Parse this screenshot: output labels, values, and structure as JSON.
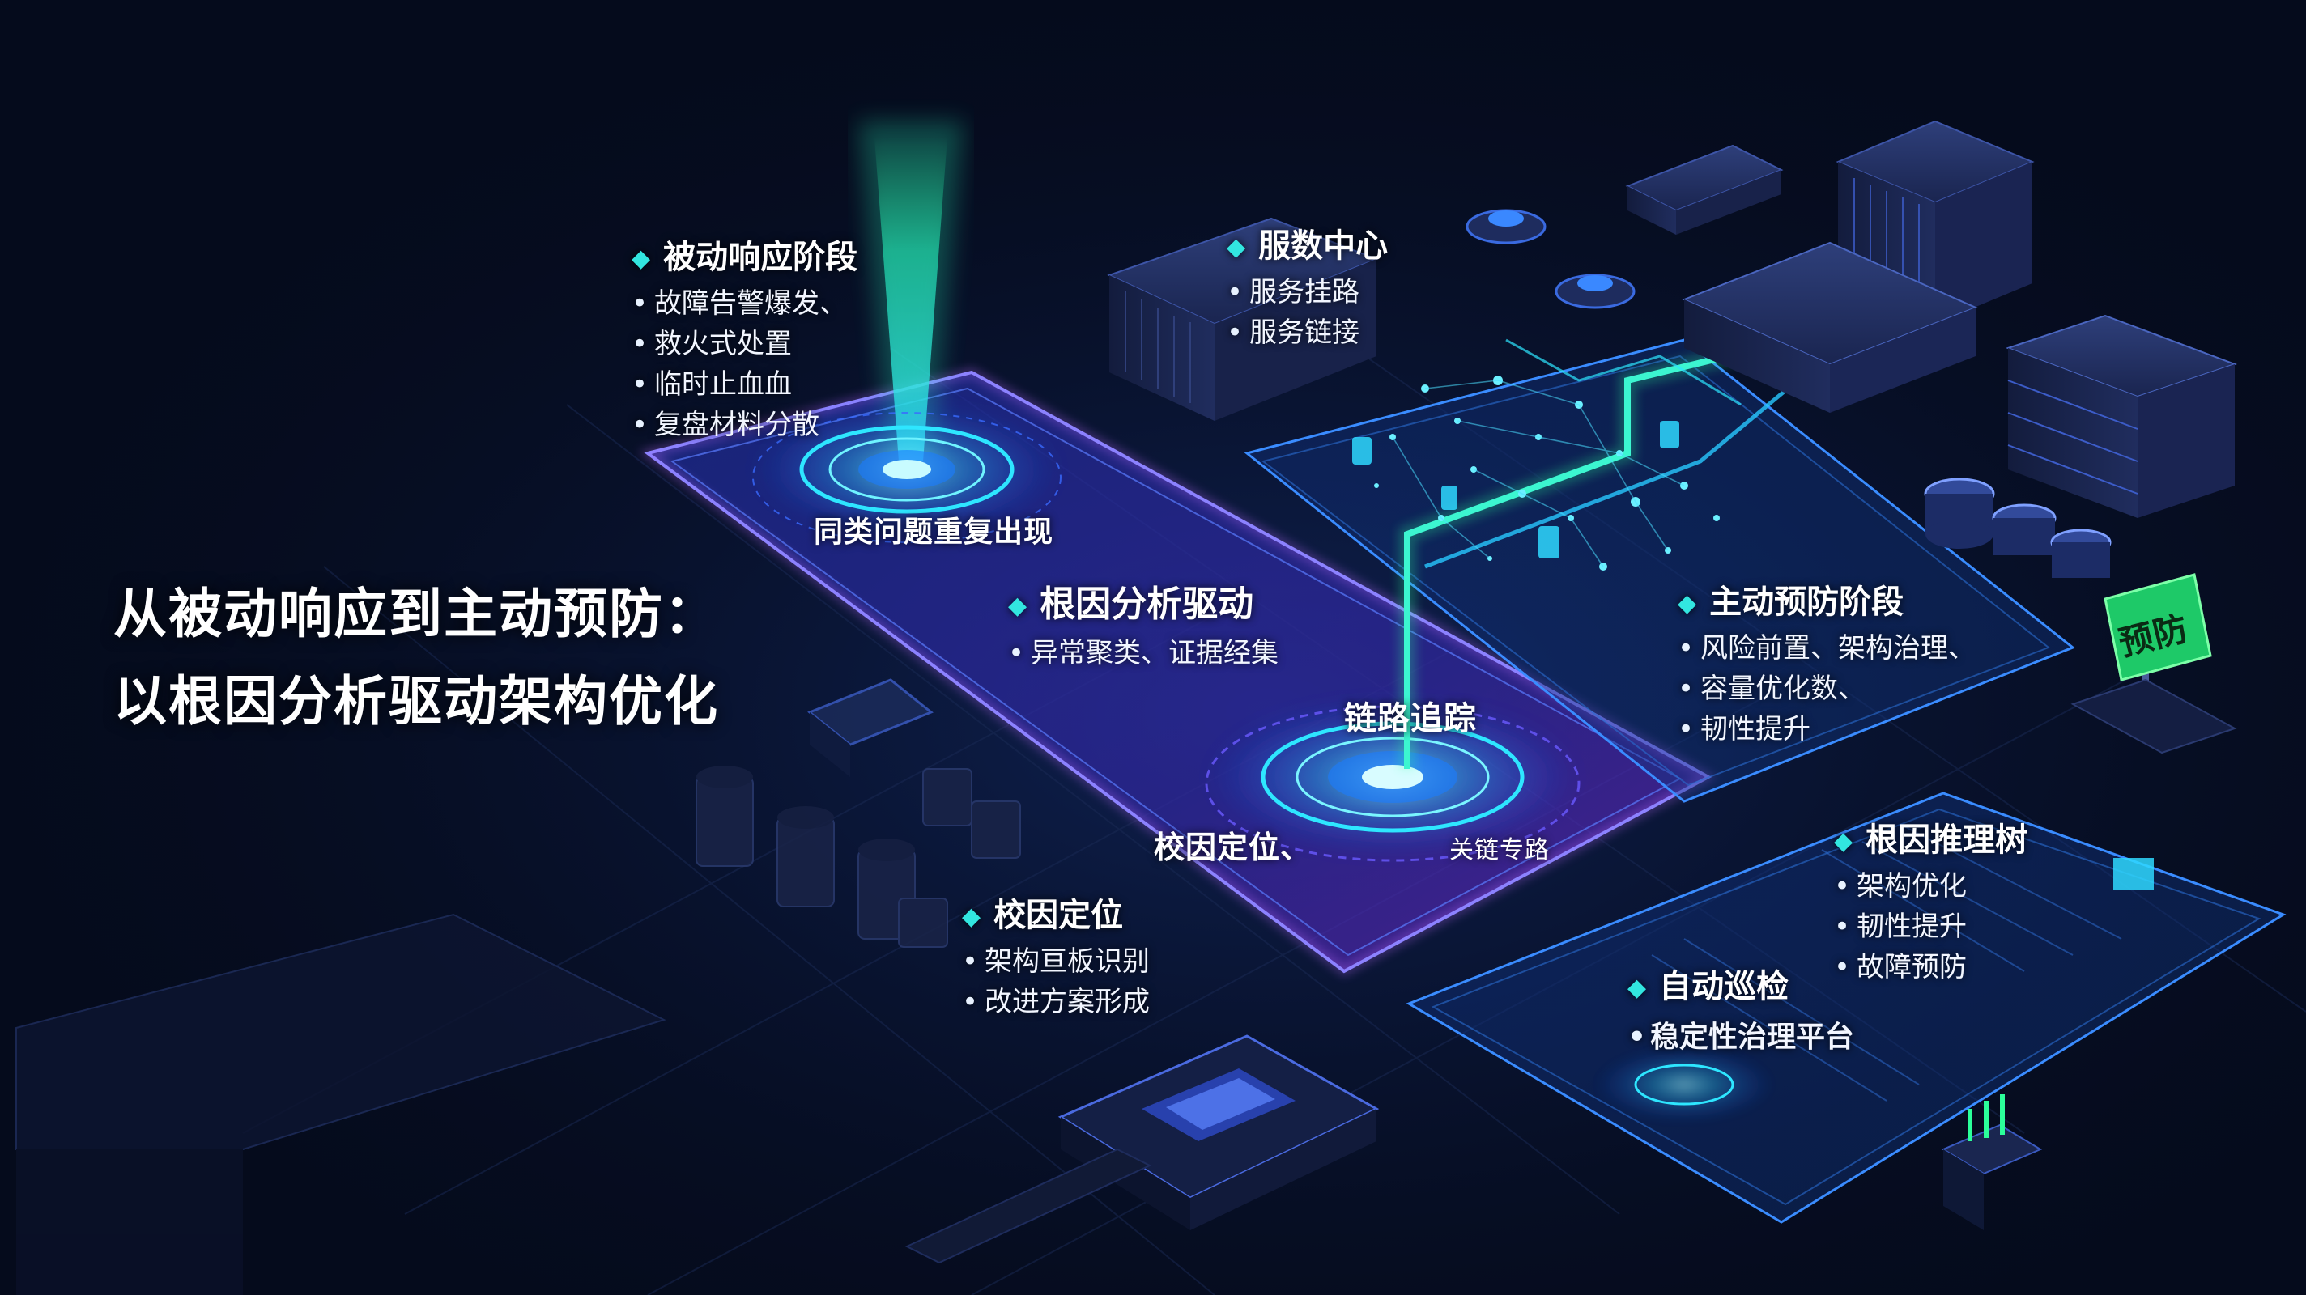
{
  "title": {
    "line1": "从被动响应到主动预防：",
    "line2": "以根因分析驱动架构优化"
  },
  "sections": {
    "passive": {
      "header": "被动响应阶段",
      "items": [
        "故障告警爆发、",
        "救火式处置",
        "临时止血血",
        "复盘材料分散"
      ]
    },
    "datacenter": {
      "header": "服数中心",
      "items": [
        "服务挂路",
        "服务链接"
      ]
    },
    "recurring_label": "同类问题重复出现",
    "rca": {
      "header": "根因分析驱动",
      "items": [
        "异常聚类、证据经集"
      ]
    },
    "trace_label": "链路追踪",
    "locate_label": "校因定位、",
    "link_label": "关链专路",
    "proactive": {
      "header": "主动预防阶段",
      "items": [
        "风险前置、架构治理、",
        "容量优化数、",
        "韧性提升"
      ]
    },
    "prevent_sign": "预防",
    "locate": {
      "header": "校因定位",
      "items": [
        "架构亘板识别",
        "改进方案形成"
      ]
    },
    "tree": {
      "header": "根因推理树",
      "items": [
        "架构优化",
        "韧性提升",
        "故障预防"
      ]
    },
    "inspection": {
      "header": "自动巡检",
      "items": [
        "稳定性治理平台"
      ]
    }
  },
  "colors": {
    "background": "#050b1c",
    "accent_cyan": "#29e8f0",
    "accent_blue": "#3d7bff",
    "accent_purple": "#b050ff",
    "accent_green": "#22d76a"
  },
  "icons": [
    "server-rack-icon",
    "server-stack-icon",
    "cylinder-icon",
    "chip-icon",
    "sign-icon"
  ]
}
